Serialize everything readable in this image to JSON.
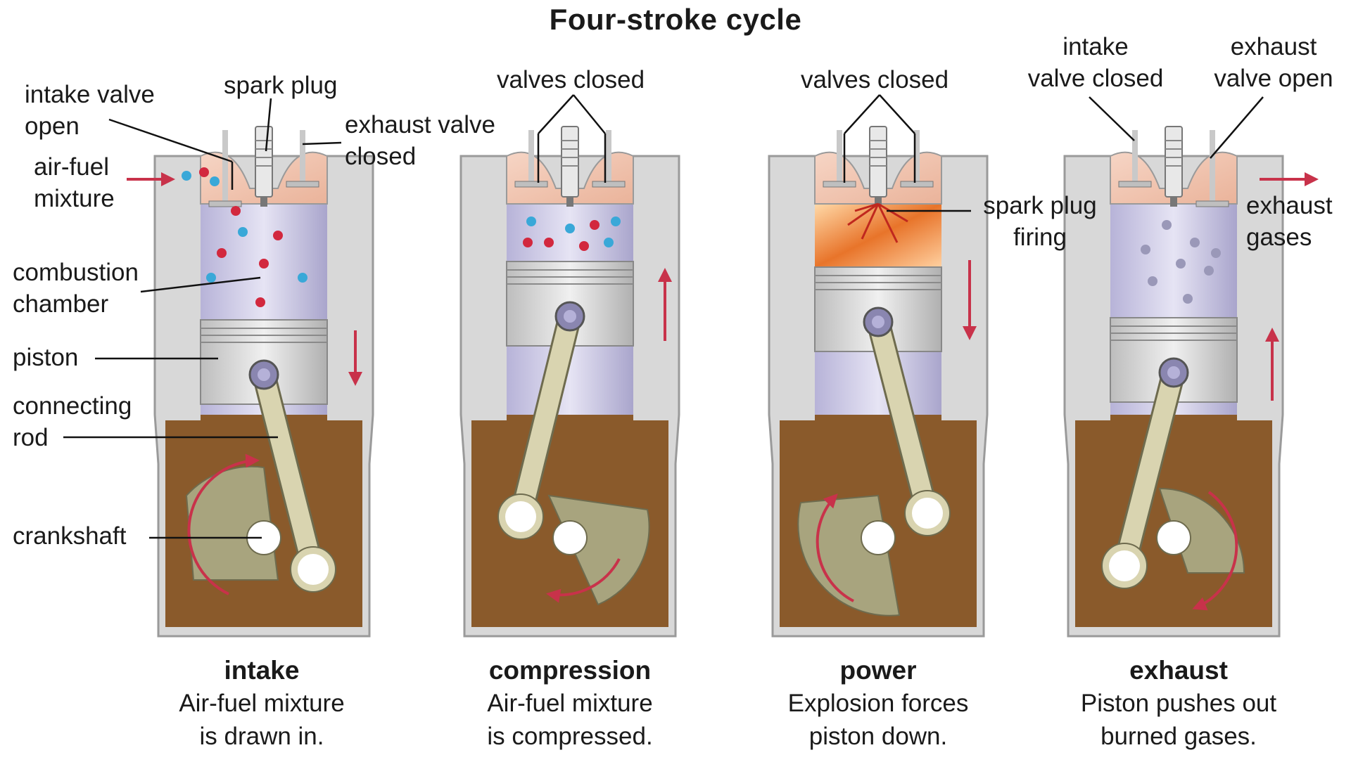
{
  "title": "Four-stroke cycle",
  "labels": {
    "intake_valve_open": "intake valve\nopen",
    "spark_plug": "spark plug",
    "exhaust_valve_closed": "exhaust valve\nclosed",
    "air_fuel_mixture": "air-fuel\nmixture",
    "combustion_chamber": "combustion\nchamber",
    "piston": "piston",
    "connecting_rod": "connecting\nrod",
    "crankshaft": "crankshaft",
    "valves_closed_2": "valves closed",
    "valves_closed_3": "valves closed",
    "spark_plug_firing": "spark plug\nfiring",
    "intake_valve_closed": "intake\nvalve closed",
    "exhaust_valve_open": "exhaust\nvalve open",
    "exhaust_gases": "exhaust\ngases"
  },
  "strokes": [
    {
      "name": "intake",
      "desc": "Air-fuel mixture\nis drawn in."
    },
    {
      "name": "compression",
      "desc": "Air-fuel mixture\nis compressed."
    },
    {
      "name": "power",
      "desc": "Explosion forces\npiston down."
    },
    {
      "name": "exhaust",
      "desc": "Piston pushes out\nburned gases."
    }
  ],
  "colors": {
    "casing": "#8a5a2b",
    "casing_wall": "#d8d8d8",
    "cylinder": "#c6c3e2",
    "piston": "#d7d7d7",
    "rod": "#d9d4b0",
    "crank_web": "#a8a47e",
    "head": "#f2c6b2",
    "arrow": "#c8324a",
    "air_dot": "#39a8d8",
    "fuel_dot": "#d2283e",
    "flame": "#e8742a",
    "exhaust_dot": "#9a98b8"
  }
}
